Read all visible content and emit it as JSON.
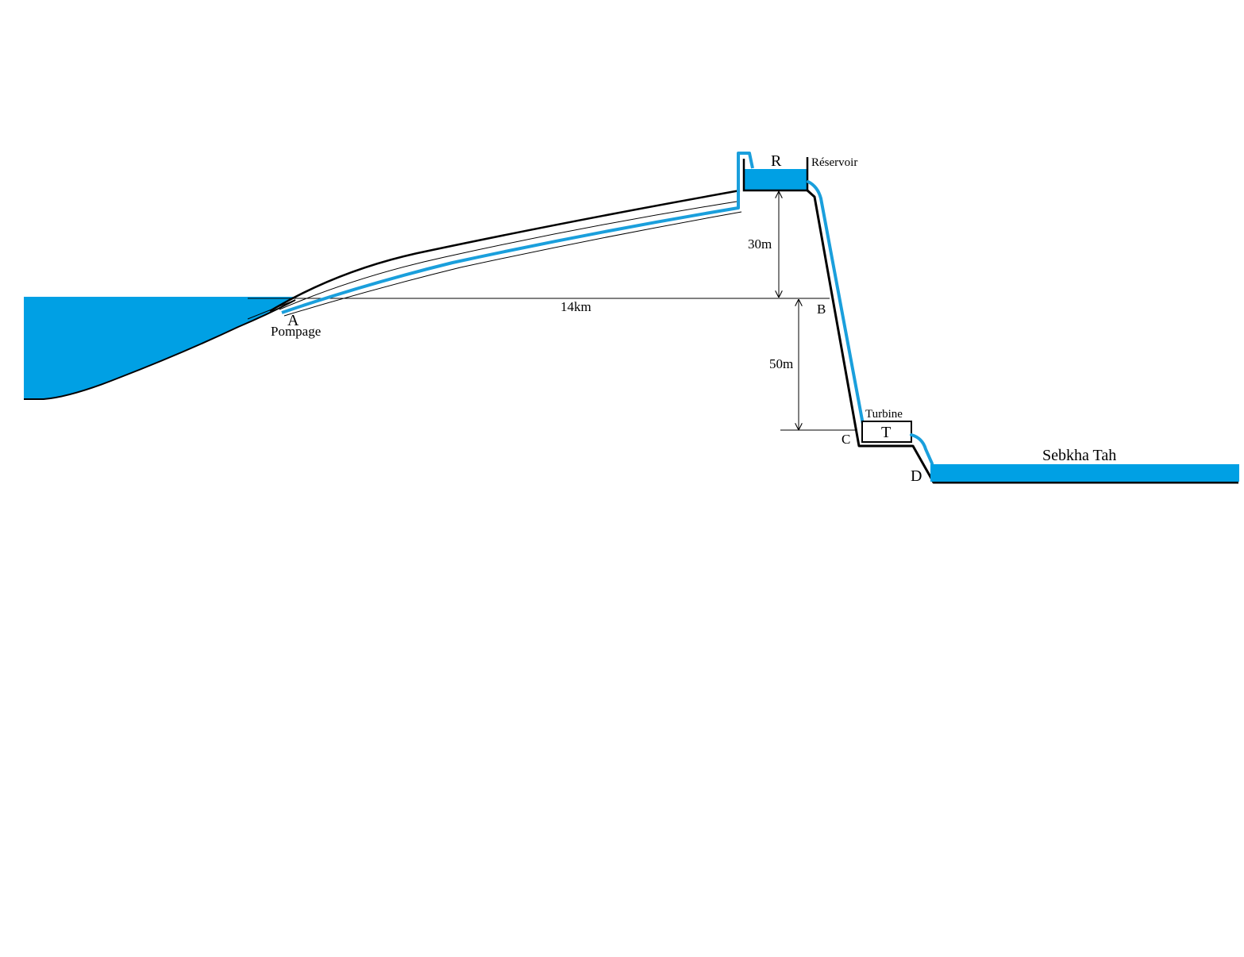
{
  "colors": {
    "water": "#00a0e4",
    "ground": "#000000",
    "background": "#ffffff"
  },
  "labels": {
    "point_a": "A",
    "pumping": "Pompage",
    "point_b": "B",
    "point_c": "C",
    "point_d": "D",
    "point_r": "R",
    "reservoir": "Réservoir",
    "turbine_label": "Turbine",
    "turbine_symbol": "T",
    "lake_name": "Sebkha Tah"
  },
  "dimensions": {
    "horizontal_distance": "14km",
    "height_reservoir": "30m",
    "height_drop": "50m"
  }
}
